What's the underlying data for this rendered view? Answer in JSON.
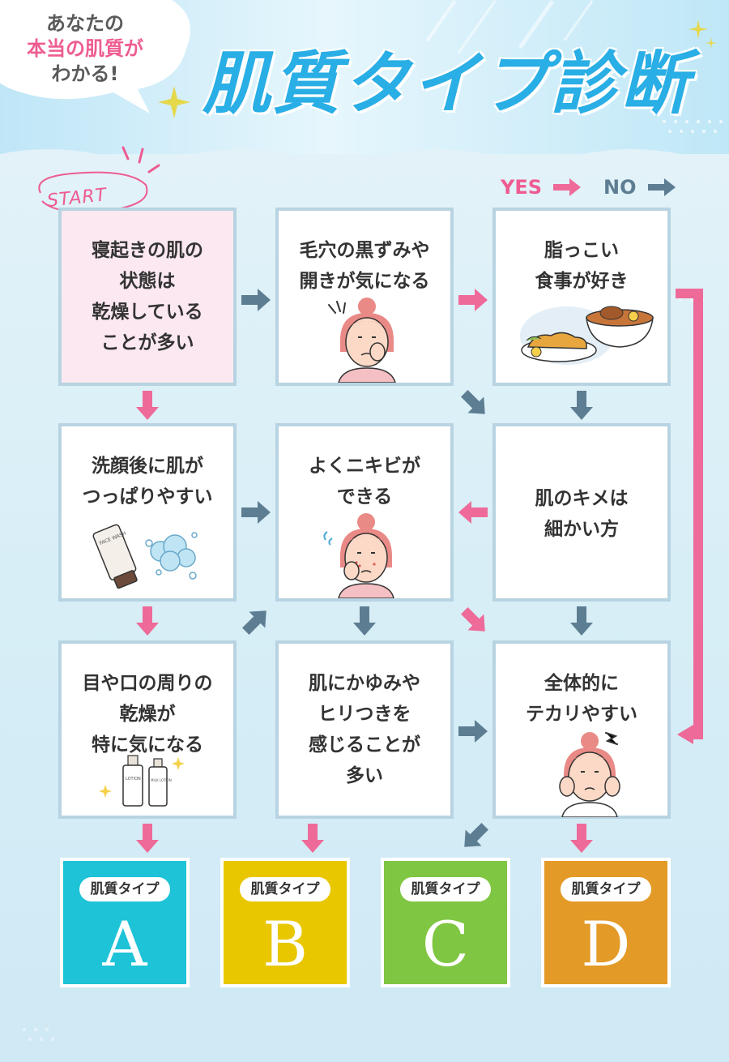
{
  "bubble": {
    "line1": "あなたの",
    "line2": "本当の肌質が",
    "line3": "わかる!"
  },
  "title": "肌質タイプ診断",
  "start_label": "START",
  "legend": {
    "yes": "YES",
    "no": "NO",
    "yes_color": "#ee5c91",
    "no_color": "#5d7d92"
  },
  "questions": [
    {
      "text": "寝起きの肌の\n状態は\n乾燥している\nことが多い"
    },
    {
      "text": "毛穴の黒ずみや\n開きが気になる"
    },
    {
      "text": "脂っこい\n食事が好き"
    },
    {
      "text": "洗顔後に肌が\nつっぱりやすい"
    },
    {
      "text": "よくニキビが\nできる"
    },
    {
      "text": "肌のキメは\n細かい方"
    },
    {
      "text": "目や口の周りの\n乾燥が\n特に気になる"
    },
    {
      "text": "肌にかゆみや\nヒリつきを\n感じることが\n多い"
    },
    {
      "text": "全体的に\nテカリやすい"
    }
  ],
  "results": [
    {
      "pill": "肌質タイプ",
      "letter": "A",
      "color": "#1ec3d8"
    },
    {
      "pill": "肌質タイプ",
      "letter": "B",
      "color": "#e8c700"
    },
    {
      "pill": "肌質タイプ",
      "letter": "C",
      "color": "#7fc642"
    },
    {
      "pill": "肌質タイプ",
      "letter": "D",
      "color": "#e39a26"
    }
  ],
  "illustrations": {
    "tube_label": "FACE WASH",
    "bottle1_label": "LOTION",
    "bottle2_label": "MILK LOTION"
  },
  "colors": {
    "yes_arrow": "#ee6a99",
    "no_arrow": "#5d7d92",
    "title": "#29aee5",
    "box_border": "#b8d4e2"
  }
}
